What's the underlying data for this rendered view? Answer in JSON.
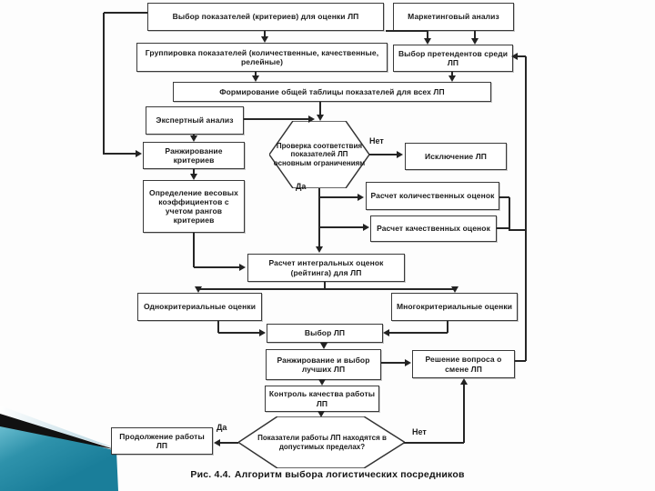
{
  "diagram": {
    "caption": {
      "prefix": "Рис. 4.4.",
      "text": "Алгоритм выбора логистических посредников"
    },
    "nodes": {
      "select_criteria": "Выбор показателей (критериев) для оценки ЛП",
      "marketing_analysis": "Маркетинговый анализ",
      "grouping": "Группировка показателей (количественные, качественные, релейные)",
      "candidates": "Выбор претендентов среди ЛП",
      "common_table": "Формирование общей таблицы показателей для всех ЛП",
      "expert_analysis": "Экспертный анализ",
      "ranking_criteria": "Ранжирование критериев",
      "weight_coefficients": "Определение весовых коэффициентов с учетом рангов критериев",
      "check_constraints": "Проверка соответствия показателей ЛП основным ограничениям",
      "exclusion": "Исключение ЛП",
      "quantitative": "Расчет количественных оценок",
      "qualitative": "Расчет качественных оценок",
      "integral": "Расчет интегральных оценок (рейтинга) для ЛП",
      "single_criterion": "Однокритериальные оценки",
      "multi_criterion": "Многокритериальные оценки",
      "select_lp": "Выбор ЛП",
      "rank_best": "Ранжирование и выбор лучших ЛП",
      "change_decision": "Решение вопроса о смене ЛП",
      "quality_control": "Контроль качества работы ЛП",
      "within_limits": "Показатели работы ЛП находятся в допустимых пределах?",
      "continue_work": "Продолжение работы ЛП"
    },
    "branch_labels": {
      "check_no": "Нет",
      "check_yes": "Да",
      "within_yes": "Да",
      "within_no": "Нет"
    },
    "colors": {
      "line": "#262626",
      "box_border": "#3a3a3a",
      "teal_light": "#6ec0d2",
      "teal_mid": "#2e92ab",
      "teal_dark": "#1a7e9a",
      "wedge_black": "#111111"
    }
  }
}
